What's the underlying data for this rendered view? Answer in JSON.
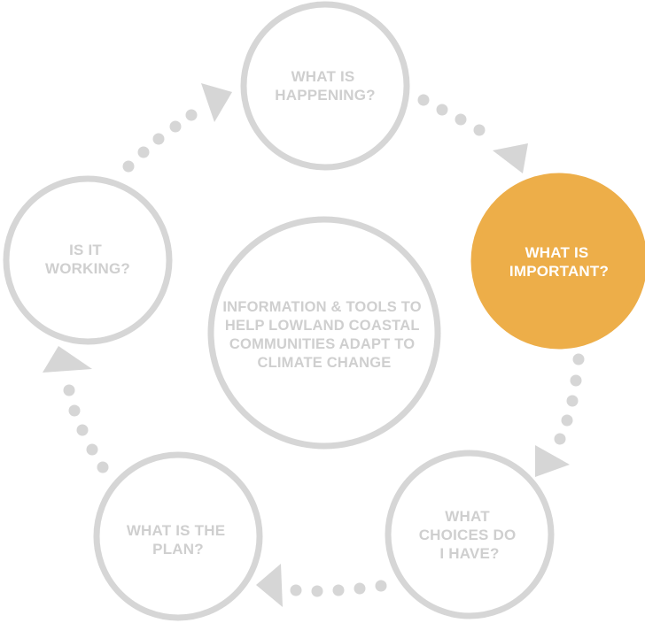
{
  "colors": {
    "ring": "#d6d6d6",
    "label": "#cfcfcf",
    "active_fill": "#edae49",
    "active_label": "#ffffff"
  },
  "center": {
    "lines": [
      "INFORMATION & TOOLS TO",
      "HELP LOWLAND COASTAL",
      "COMMUNITIES ADAPT TO",
      "CLIMATE CHANGE"
    ]
  },
  "nodes": [
    {
      "id": "happening",
      "lines": [
        "WHAT IS",
        "HAPPENING?"
      ],
      "active": false
    },
    {
      "id": "important",
      "lines": [
        "WHAT IS",
        "IMPORTANT?"
      ],
      "active": true
    },
    {
      "id": "choices",
      "lines": [
        "WHAT",
        "CHOICES DO",
        "I HAVE?"
      ],
      "active": false
    },
    {
      "id": "plan",
      "lines": [
        "WHAT IS THE",
        "PLAN?"
      ],
      "active": false
    },
    {
      "id": "working",
      "lines": [
        "IS IT",
        "WORKING?"
      ],
      "active": false
    }
  ]
}
